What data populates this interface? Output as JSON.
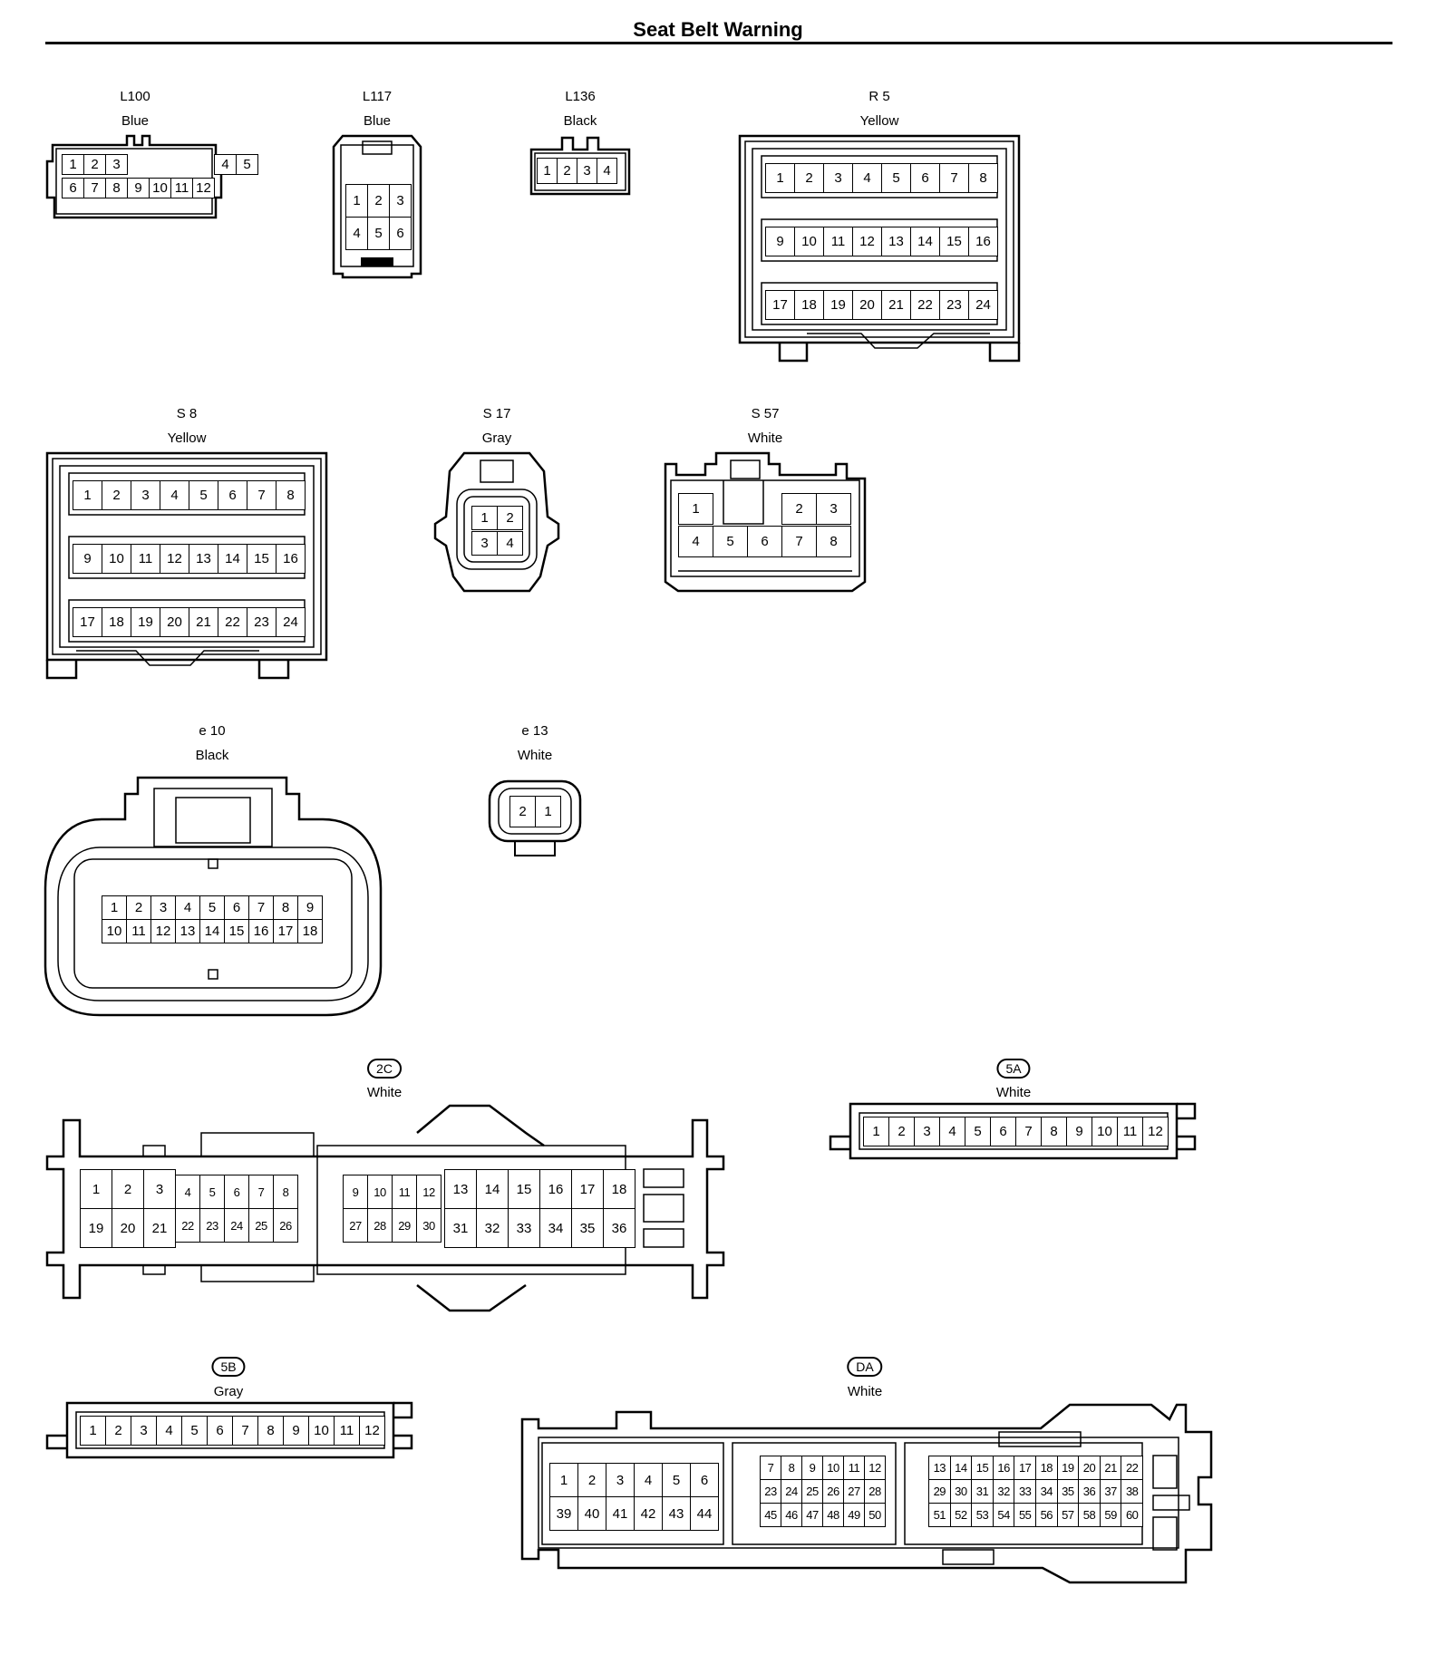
{
  "title": "Seat Belt Warning",
  "connectors": {
    "L100": {
      "name": "L100",
      "color": "Blue"
    },
    "L117": {
      "name": "L117",
      "color": "Blue"
    },
    "L136": {
      "name": "L136",
      "color": "Black"
    },
    "R5": {
      "name": "R 5",
      "color": "Yellow"
    },
    "S8": {
      "name": "S 8",
      "color": "Yellow"
    },
    "S17": {
      "name": "S 17",
      "color": "Gray"
    },
    "S57": {
      "name": "S 57",
      "color": "White"
    },
    "e10": {
      "name": "e 10",
      "color": "Black"
    },
    "e13": {
      "name": "e 13",
      "color": "White"
    },
    "c2C": {
      "name": "2C",
      "color": "White"
    },
    "c5A": {
      "name": "5A",
      "color": "White"
    },
    "c5B": {
      "name": "5B",
      "color": "Gray"
    },
    "cDA": {
      "name": "DA",
      "color": "White"
    }
  }
}
